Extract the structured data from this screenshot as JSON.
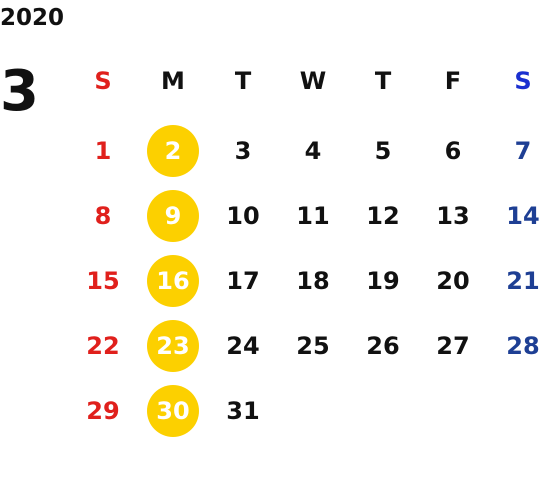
{
  "calendar": {
    "year": "2020",
    "month": "3",
    "highlight_color": "#fcd000",
    "weekday_headers": [
      "S",
      "M",
      "T",
      "W",
      "T",
      "F",
      "S"
    ],
    "weeks": [
      [
        "1",
        "2",
        "3",
        "4",
        "5",
        "6",
        "7"
      ],
      [
        "8",
        "9",
        "10",
        "11",
        "12",
        "13",
        "14"
      ],
      [
        "15",
        "16",
        "17",
        "18",
        "19",
        "20",
        "21"
      ],
      [
        "22",
        "23",
        "24",
        "25",
        "26",
        "27",
        "28"
      ],
      [
        "29",
        "30",
        "31",
        "",
        "",
        "",
        ""
      ]
    ],
    "highlighted_days": [
      "2",
      "9",
      "16",
      "23",
      "30"
    ]
  }
}
